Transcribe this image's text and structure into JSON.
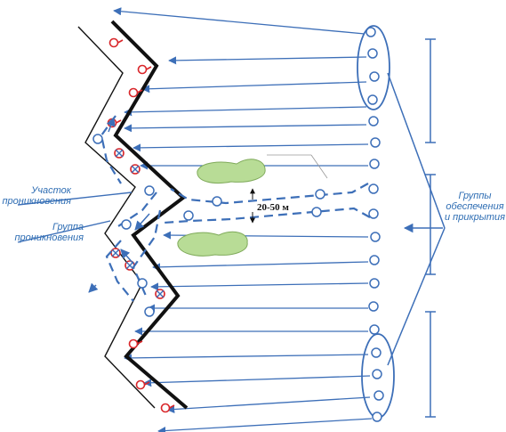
{
  "labels": {
    "penetration_sector": "Участок проникновения",
    "penetration_group": "Группа проникновения",
    "support_groups": "Группы обеспечения и прикрытия",
    "distance": "20-50 м"
  },
  "colors": {
    "arrow": "#3d6fb8",
    "front_line": "#111111",
    "enemy": "#d9262a",
    "bush_fill": "#b8dc96",
    "bush_stroke": "#7faa5a",
    "text": "#2e6db3"
  }
}
